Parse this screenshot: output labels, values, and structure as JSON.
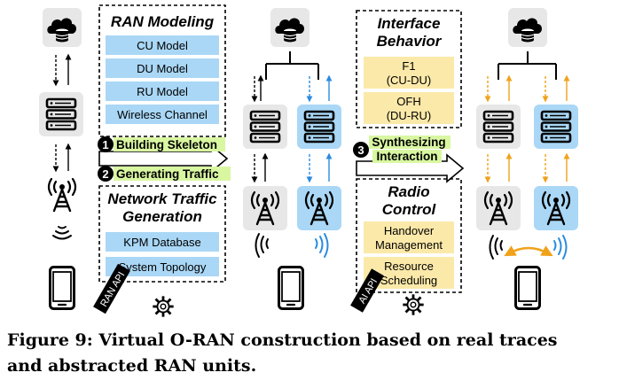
{
  "panel_ran_modeling": {
    "title": "RAN Modeling",
    "items": [
      "CU Model",
      "DU Model",
      "RU Model",
      "Wireless Channel"
    ]
  },
  "panel_traffic": {
    "title_line1": "Network Traffic",
    "title_line2": "Generation",
    "items": [
      "KPM Database",
      "System Topology"
    ]
  },
  "panel_interface": {
    "title": "Interface Behavior",
    "items": [
      {
        "line1": "F1",
        "line2": "(CU-DU)"
      },
      {
        "line1": "OFH",
        "line2": "(DU-RU)"
      }
    ]
  },
  "panel_radio": {
    "title_line1": "Radio",
    "title_line2": "Control",
    "items": [
      {
        "line1": "Handover",
        "line2": "Management"
      },
      {
        "line1": "Resource",
        "line2": "Scheduling"
      }
    ]
  },
  "steps": [
    {
      "number": "1",
      "label": "Building Skeleton"
    },
    {
      "number": "2",
      "label": "Generating Traffic"
    },
    {
      "number": "3",
      "label_line1": "Synthesizing",
      "label_line2": "Interaction"
    }
  ],
  "api_tags": [
    "RAN API",
    "AI API"
  ],
  "caption_line1": "Figure 9: Virtual O-RAN construction based on real traces",
  "caption_line2": "and abstracted RAN units.",
  "colors": {
    "blue_box": "#a9d7f5",
    "yellow_box": "#fbe9a9",
    "green_highlight": "#d9f6a0",
    "gray_tile": "#e7e7e7",
    "blue_tile": "#a9d7f5",
    "blue_arrow": "#2b8be0",
    "orange_arrow": "#f0a21a"
  }
}
